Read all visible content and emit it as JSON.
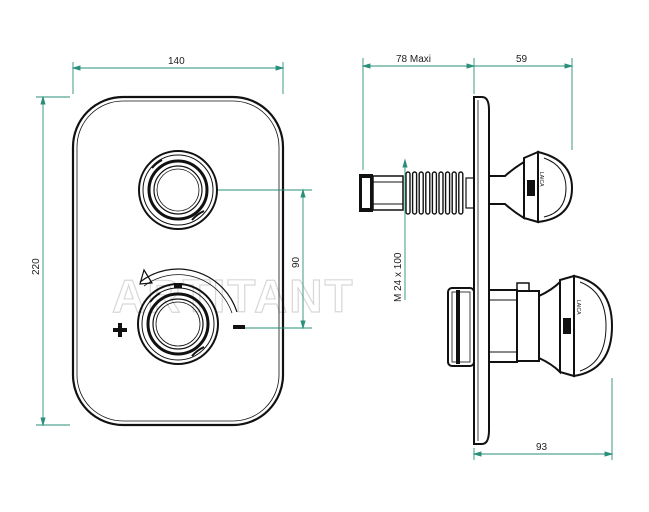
{
  "colors": {
    "dimension": "#2a8f7a",
    "outline": "#111111",
    "text": "#222222",
    "watermark": "#d8d8d8"
  },
  "dimensions": {
    "plate_width": "140",
    "plate_height": "220",
    "knob_spacing": "90",
    "body_depth": "78  Maxi",
    "handle_projection": "59",
    "lower_projection": "93",
    "thread_spec": "M  24  x 100"
  },
  "labels": {
    "brand_mark": "LAICA",
    "watermark": "ARTITANT"
  },
  "icons": {
    "temperature_plus": "plus-icon",
    "temperature_minus": "minus-icon",
    "range_arrow": "arc-arrow-icon"
  }
}
